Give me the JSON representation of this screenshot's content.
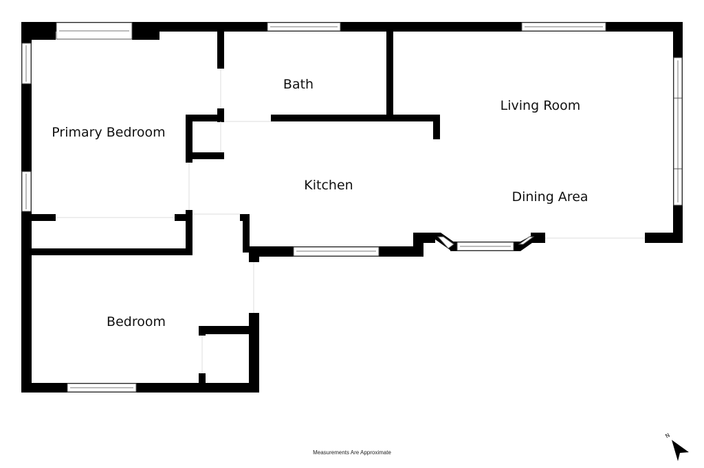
{
  "rooms": {
    "primary_bedroom": "Primary Bedroom",
    "bath": "Bath",
    "living_room": "Living Room",
    "kitchen": "Kitchen",
    "dining_area": "Dining Area",
    "bedroom": "Bedroom"
  },
  "footer": {
    "note": "Measurements Are Approximate"
  },
  "compass": {
    "north_label": "N",
    "icon": "north-arrow-icon"
  },
  "colors": {
    "wall": "#000000",
    "background": "#ffffff"
  }
}
